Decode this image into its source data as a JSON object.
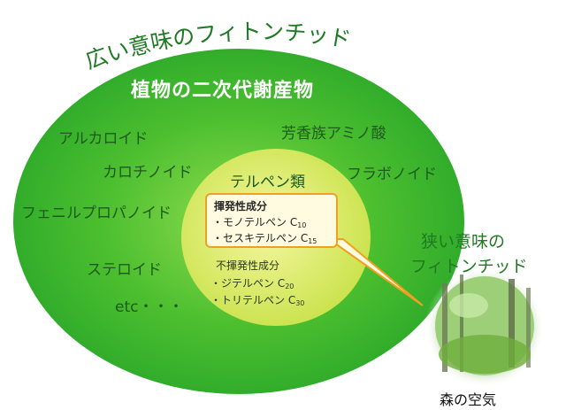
{
  "broad_title": "広い意味のフィトンチッド",
  "secondary_metabolites": "植物の二次代謝産物",
  "items": {
    "alkaloid": "アルカロイド",
    "aromatic_amino": "芳香族アミノ酸",
    "carotenoid": "カロチノイド",
    "flavonoid": "フラボノイド",
    "phenylpropanoid": "フェニルプロパノイド",
    "steroid": "ステロイド",
    "etc": "etc・・・"
  },
  "terpenes": {
    "title": "テルペン類",
    "volatile": {
      "heading": "揮発性成分",
      "mono": {
        "prefix": "・モノテルペン C",
        "sub": "10"
      },
      "sesqui": {
        "prefix": "・セスキテルペン C",
        "sub": "15"
      }
    },
    "nonvolatile": {
      "heading": "不揮発性成分",
      "di": {
        "prefix": "・ジテルペン C",
        "sub": "20"
      },
      "tri": {
        "prefix": "・トリテルペン C",
        "sub": "30"
      }
    }
  },
  "narrow": {
    "line1": "狭い意味の",
    "line2": "フィトンチッド"
  },
  "forest_label": "森の空気",
  "colors": {
    "outer_green": "#33b52b",
    "inner_yellow": "#d6ea55",
    "callout_border": "#f0a020",
    "text_green": "#1f7a23"
  }
}
